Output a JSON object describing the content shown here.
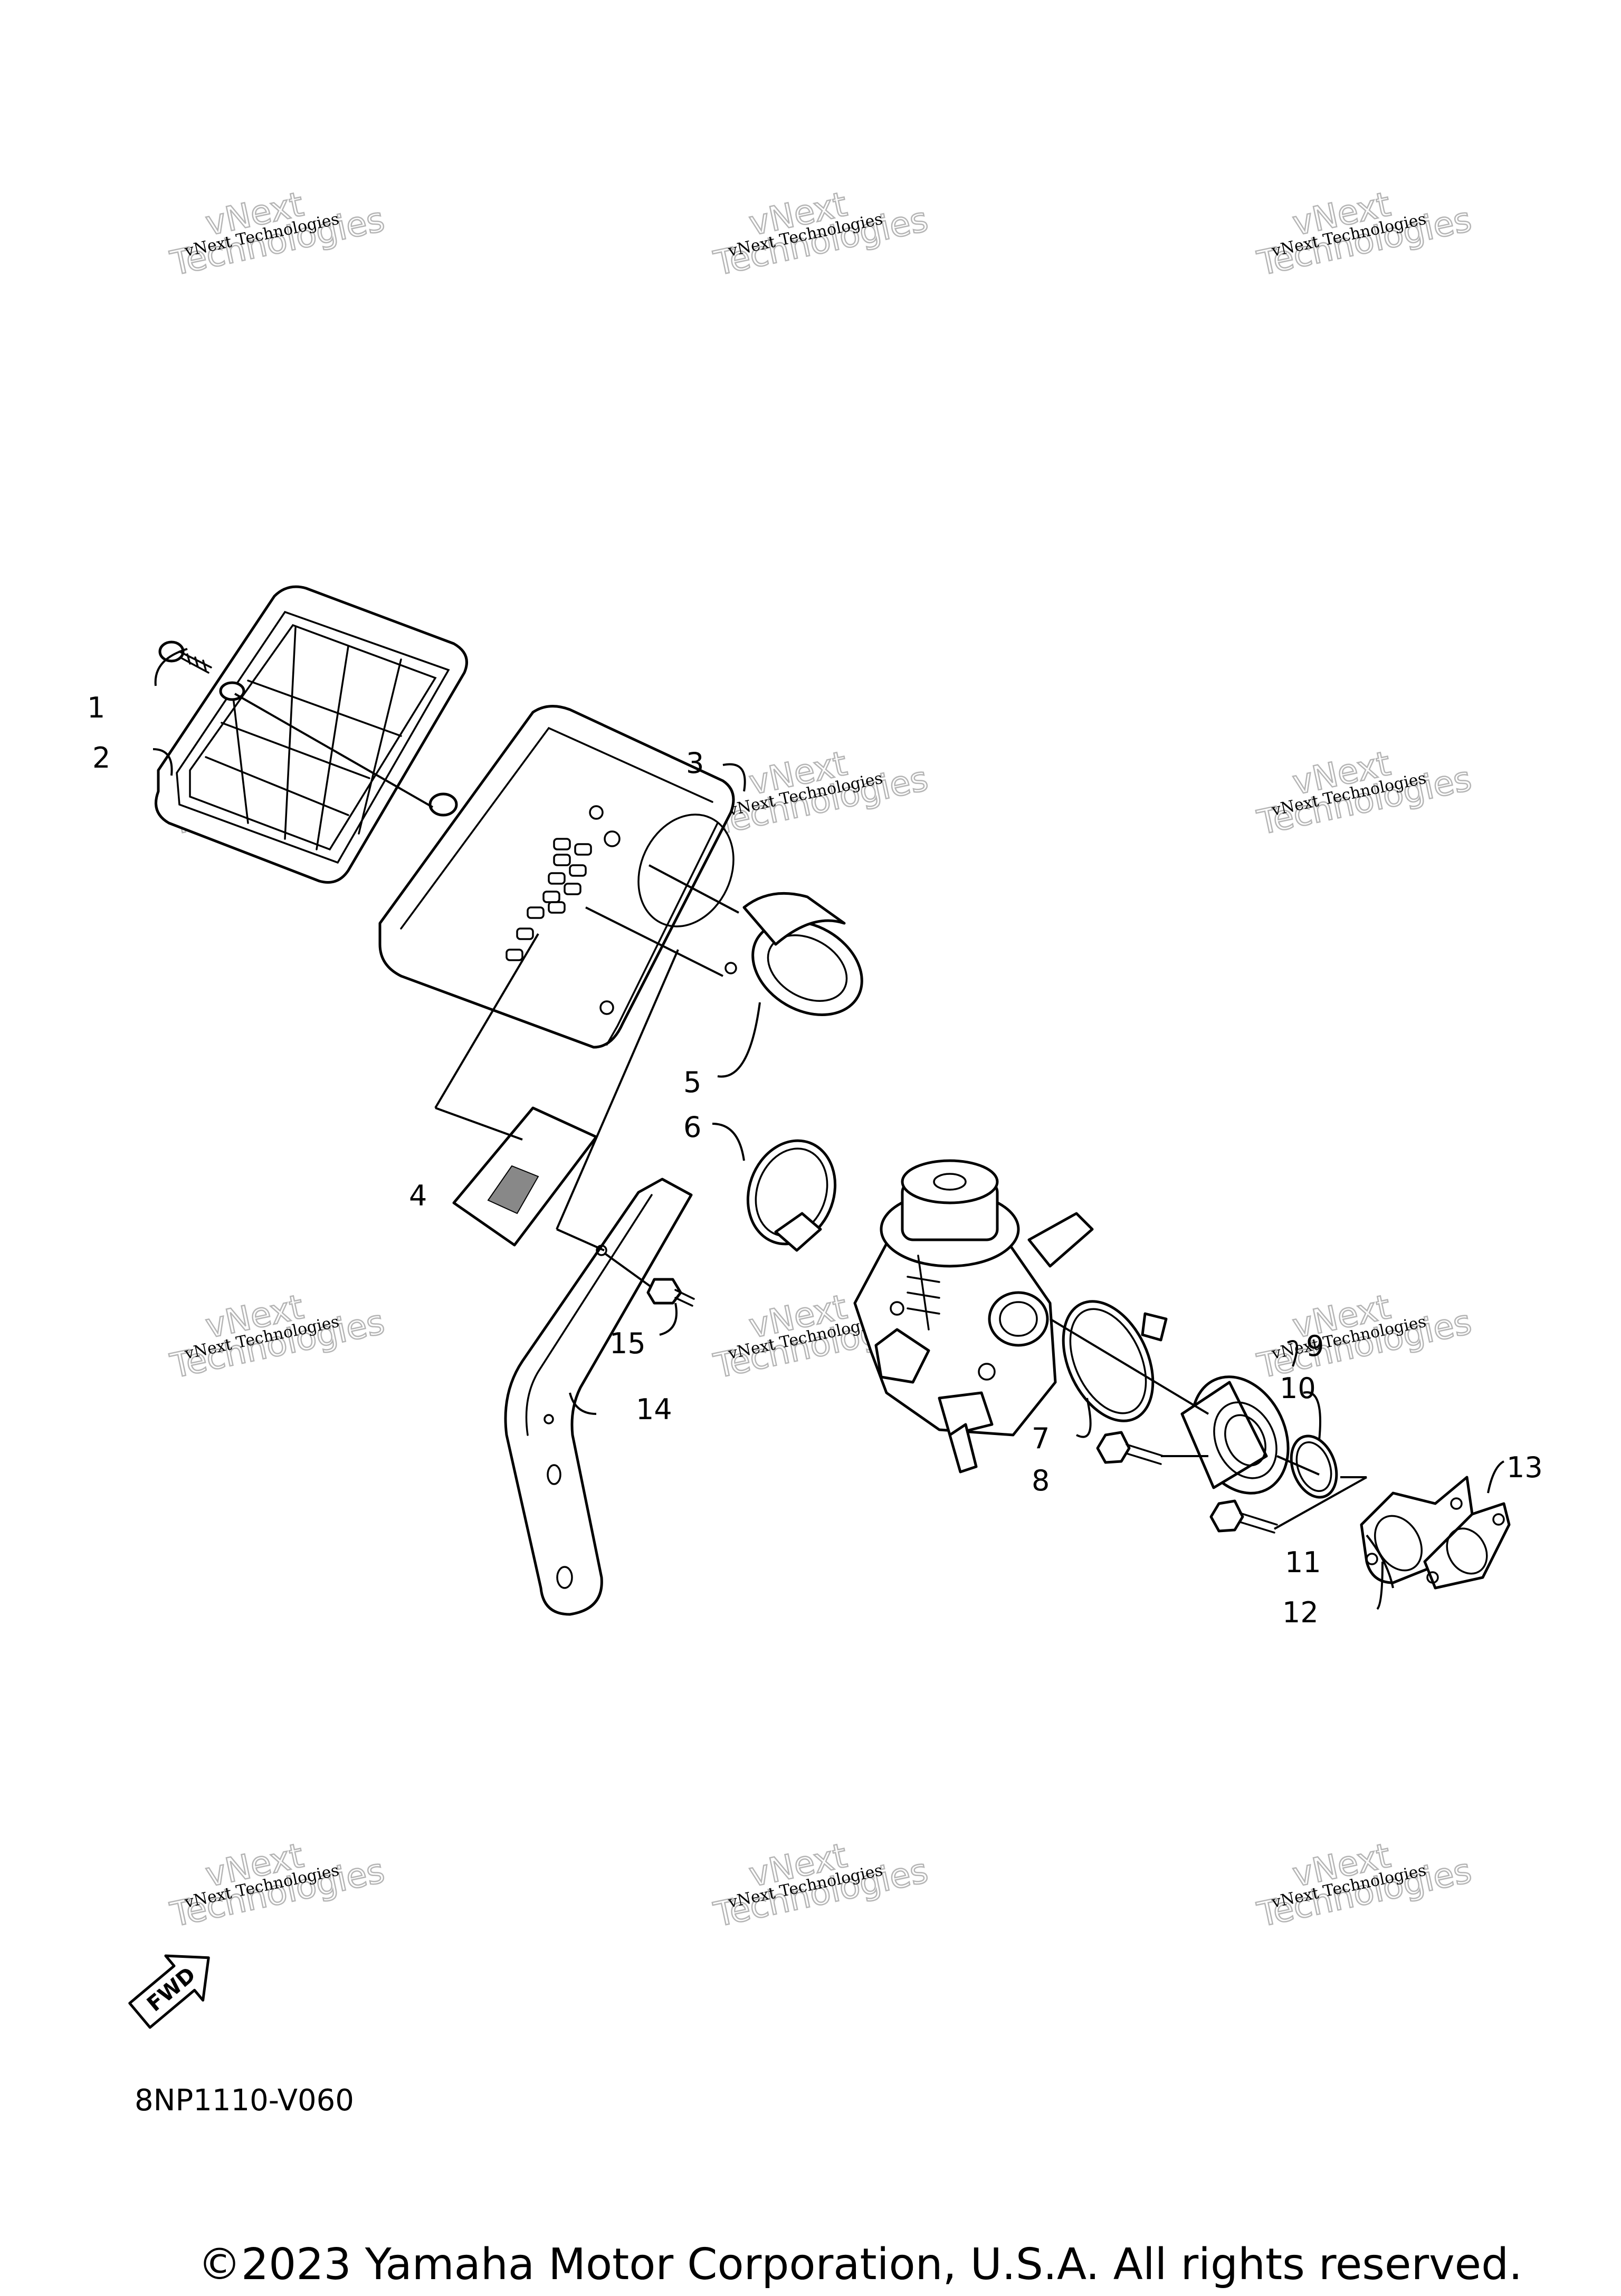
{
  "callouts": [
    {
      "label": "1"
    },
    {
      "label": "2"
    },
    {
      "label": "3"
    },
    {
      "label": "4"
    },
    {
      "label": "5"
    },
    {
      "label": "6"
    },
    {
      "label": "7"
    },
    {
      "label": "8"
    },
    {
      "label": "9"
    },
    {
      "label": "10"
    },
    {
      "label": "11"
    },
    {
      "label": "12"
    },
    {
      "label": "13"
    },
    {
      "label": "14"
    },
    {
      "label": "15"
    }
  ],
  "watermark": {
    "line1": "vNext Technologies",
    "line2": "vNext",
    "line3": "Technologies"
  },
  "fwd_label": "FWD",
  "diagram_code": "8NP1110-V060",
  "copyright": "©2023 Yamaha Motor Corporation, U.S.A. All rights reserved."
}
